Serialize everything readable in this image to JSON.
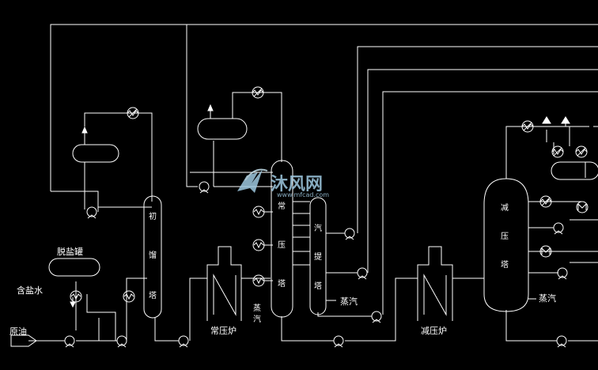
{
  "diagram": {
    "colors": {
      "background": "#000000",
      "line": "#ffffff",
      "watermark": "#9ec8e0"
    },
    "labels": {
      "crude_oil": "原油",
      "salt_water": "含盐水",
      "desalting_tank": "脱盐罐",
      "initial_tower": [
        "初",
        "馏",
        "塔"
      ],
      "atmospheric_tower": [
        "常",
        "压",
        "塔"
      ],
      "stripping_tower": [
        "汽",
        "提",
        "塔"
      ],
      "vacuum_tower": [
        "减",
        "压",
        "塔"
      ],
      "atmospheric_furnace": "常压炉",
      "vacuum_furnace": "减压炉",
      "steam_atm": [
        "蒸",
        "汽"
      ],
      "steam_strip": "蒸汽",
      "steam_vac": "蒸汽"
    },
    "watermark": {
      "brand": "沐风网",
      "url": "www.mfcad.com"
    }
  }
}
